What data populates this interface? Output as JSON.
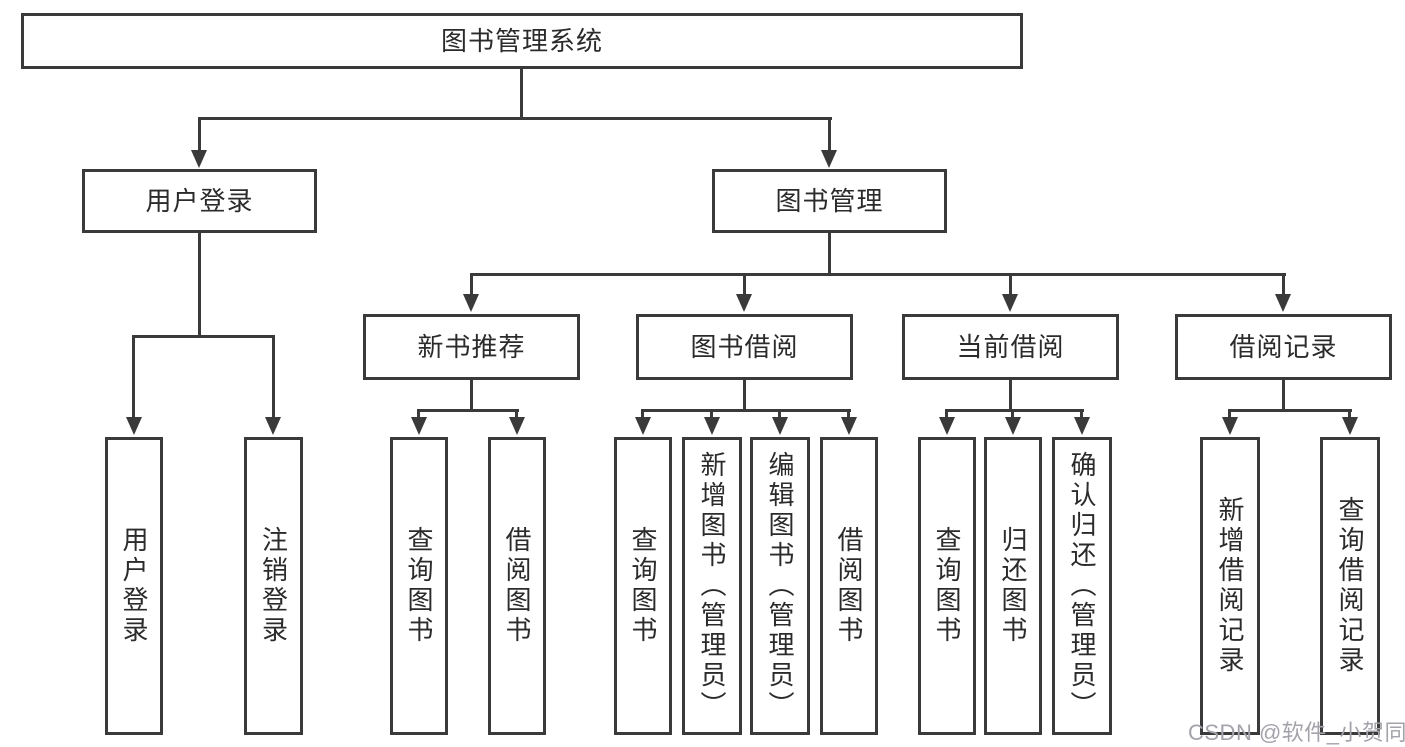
{
  "colors": {
    "line": "#3a3a3a",
    "box_border": "#3a3a3a",
    "text": "#2b2b2b",
    "watermark": "#a3a3ab",
    "background": "#ffffff"
  },
  "tree": {
    "root": {
      "label": "图书管理系统"
    },
    "level2": [
      {
        "label": "用户登录"
      },
      {
        "label": "图书管理"
      }
    ],
    "level3": [
      {
        "label": "新书推荐"
      },
      {
        "label": "图书借阅"
      },
      {
        "label": "当前借阅"
      },
      {
        "label": "借阅记录"
      }
    ],
    "leaves": {
      "user_login": [
        {
          "label": "用户登录"
        },
        {
          "label": "注销登录"
        }
      ],
      "new_book_recommend": [
        {
          "label": "查询图书"
        },
        {
          "label": "借阅图书"
        }
      ],
      "book_borrow": [
        {
          "label": "查询图书"
        },
        {
          "label": "新增图书（管理员）"
        },
        {
          "label": "编辑图书（管理员）"
        },
        {
          "label": "借阅图书"
        }
      ],
      "current_borrow": [
        {
          "label": "查询图书"
        },
        {
          "label": "归还图书"
        },
        {
          "label": "确认归还（管理员）"
        }
      ],
      "borrow_records": [
        {
          "label": "新增借阅记录"
        },
        {
          "label": "查询借阅记录"
        }
      ]
    }
  },
  "watermark": {
    "text": "CSDN @软件_小贺同学"
  }
}
